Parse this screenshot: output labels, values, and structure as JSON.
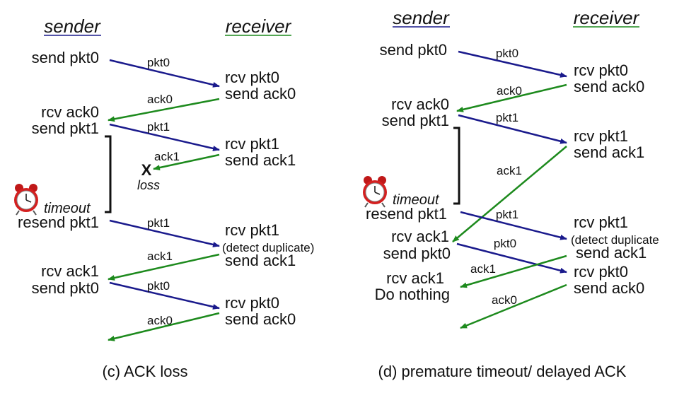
{
  "colors": {
    "sender": "#1a1a8c",
    "receiver": "#1d8a1d",
    "packet": "#1a1a8c",
    "ack": "#1d8a1d",
    "alert": "#e01010",
    "text": "#111111"
  },
  "icons": [
    "alarm-clock-icon",
    "loss-x-icon"
  ],
  "panel_c": {
    "sender_header": "sender",
    "receiver_header": "receiver",
    "sender_events": [
      "send pkt0",
      "rcv ack0",
      "send pkt1",
      "resend pkt1",
      "rcv ack1",
      "send pkt0"
    ],
    "receiver_events": [
      "rcv pkt0",
      "send ack0",
      "rcv pkt1",
      "send ack1",
      "rcv pkt1",
      "(detect duplicate)",
      "send ack1",
      "rcv pkt0",
      "send ack0"
    ],
    "messages": [
      "pkt0",
      "ack0",
      "pkt1",
      "ack1",
      "pkt1",
      "ack1",
      "pkt0",
      "ack0"
    ],
    "loss_mark": "X",
    "loss_label": "loss",
    "timeout_label": "timeout",
    "caption": "(c) ACK loss"
  },
  "panel_d": {
    "sender_header": "sender",
    "receiver_header": "receiver",
    "sender_events": [
      "send pkt0",
      "rcv ack0",
      "send pkt1",
      "resend pkt1",
      "rcv ack1",
      "send pkt0",
      "rcv ack1",
      "Do nothing"
    ],
    "receiver_events": [
      "rcv pkt0",
      "send ack0",
      "rcv pkt1",
      "send ack1",
      "rcv pkt1",
      "(detect duplicate",
      "send ack1",
      "rcv pkt0",
      "send ack0"
    ],
    "messages": [
      "pkt0",
      "ack0",
      "pkt1",
      "ack1",
      "pkt1",
      "pkt0",
      "ack1",
      "ack0"
    ],
    "timeout_label": "timeout",
    "caption": "(d) premature timeout/ delayed ACK"
  }
}
